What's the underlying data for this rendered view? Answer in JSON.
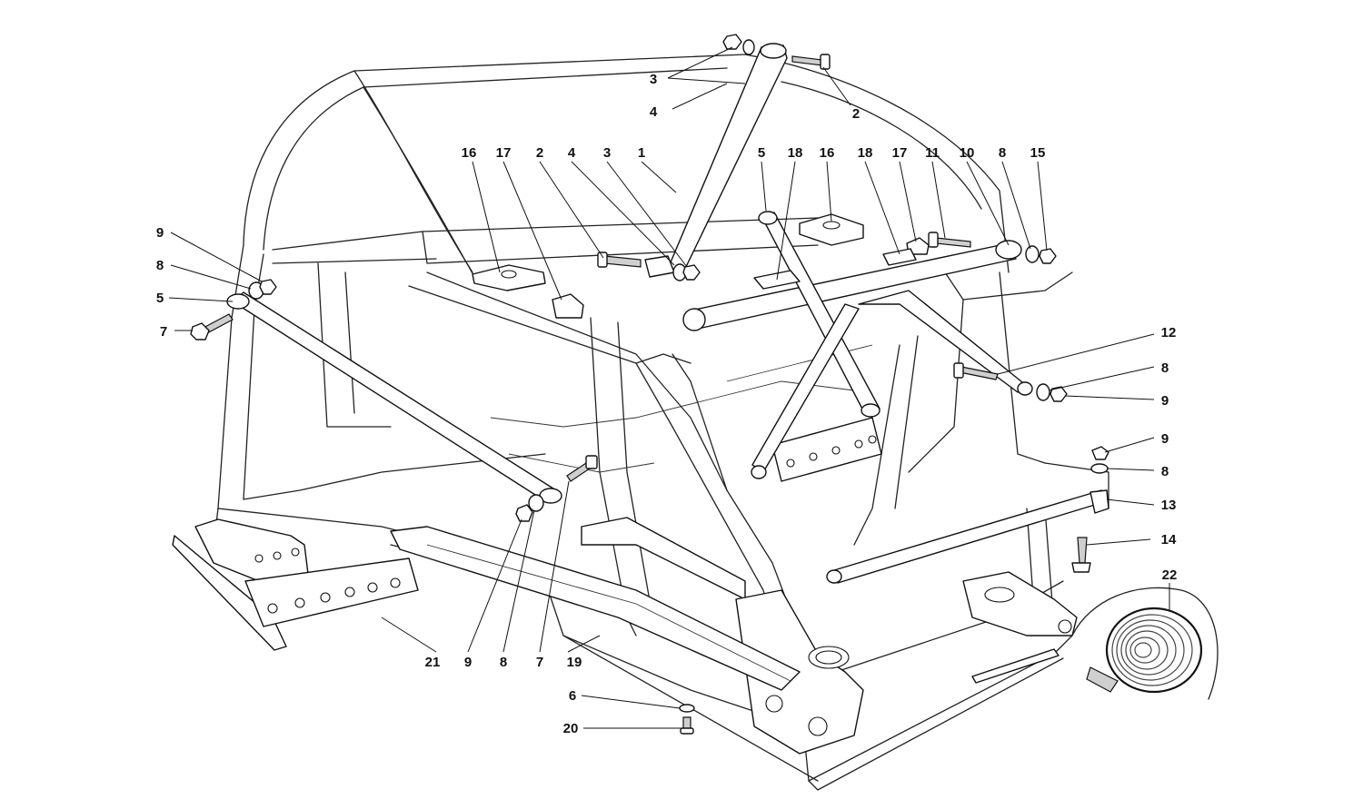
{
  "callouts": [
    {
      "label": "1"
    },
    {
      "label": "2"
    },
    {
      "label": "2"
    },
    {
      "label": "3"
    },
    {
      "label": "3"
    },
    {
      "label": "4"
    },
    {
      "label": "4"
    },
    {
      "label": "5"
    },
    {
      "label": "5"
    },
    {
      "label": "6"
    },
    {
      "label": "7"
    },
    {
      "label": "7"
    },
    {
      "label": "8"
    },
    {
      "label": "8"
    },
    {
      "label": "8"
    },
    {
      "label": "8"
    },
    {
      "label": "8"
    },
    {
      "label": "9"
    },
    {
      "label": "9"
    },
    {
      "label": "9"
    },
    {
      "label": "9"
    },
    {
      "label": "10"
    },
    {
      "label": "11"
    },
    {
      "label": "12"
    },
    {
      "label": "13"
    },
    {
      "label": "14"
    },
    {
      "label": "15"
    },
    {
      "label": "16"
    },
    {
      "label": "16"
    },
    {
      "label": "17"
    },
    {
      "label": "17"
    },
    {
      "label": "18"
    },
    {
      "label": "18"
    },
    {
      "label": "19"
    },
    {
      "label": "20"
    },
    {
      "label": "21"
    },
    {
      "label": "22"
    }
  ]
}
